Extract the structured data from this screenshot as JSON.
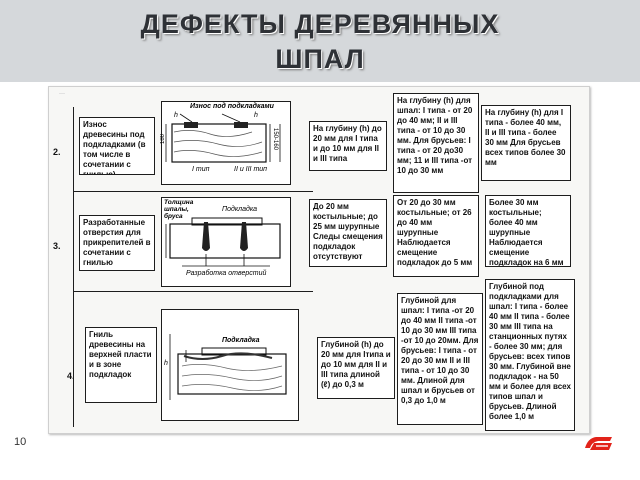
{
  "title": {
    "line1": "ДЕФЕКТЫ  ДЕРЕВЯННЫХ",
    "line2": "ШПАЛ"
  },
  "slide_number": "10",
  "rows": [
    {
      "number": "2.",
      "defect": "Износ древесины под подкладками (в том числе в сочетании с гнилью)",
      "drawing_labels": {
        "top": "Износ под подкладками",
        "h1": "h",
        "h2": "h",
        "dim1": "180",
        "dim2": "150-160",
        "type1": "I тип",
        "type2": "II и III тип"
      },
      "col1": "На глубину (h) до 20 мм для I типа и до 10 мм для II и III типа",
      "col2": "На глубину (h) для шпал: I типа - от 20 до 40 мм; II и III типа - от 10 до 30 мм. Для брусьев: I типа - от 20 до30 мм; 11 и III типа -от 10 до 30 мм",
      "col3": "На глубину (h) для I типа - более 40 мм, II и III типа - более 30 мм Для брусьев всех типов более 30 мм"
    },
    {
      "number": "3.",
      "defect": "Разработанные отверстия для прикрепителей в сочетании с гнилью",
      "drawing_labels": {
        "thickness": "Толщина шпалы, бруса",
        "pad": "Подкладка",
        "holes": "Разработка отверстий"
      },
      "col1": "До 20 мм костыльные; до 25 мм шурупные Следы смещения подкладок отсутствуют",
      "col2": "От 20 до 30 мм костыльные; от 26 до 40 мм шурупные Наблюдается смещение подкладок до 5 мм",
      "col3": "Более 30 мм костыльные; более 40 мм шурупные Наблюдается смещение подкладок на 6 мм и более"
    },
    {
      "number": "4.",
      "defect": "Гниль древесины на верхней пласти и в зоне подкладок",
      "drawing_labels": {
        "pad": "Подкладка",
        "h": "h"
      },
      "col1": "Глубиной (h) до 20 мм для Iтипа и до 10 мм для II и III типа длиной (ℓ) до 0,3 м",
      "col2": "Глубиной для шпал: I типа -от 20 до 40 мм II типа -от 10 до 30 мм III типа -от 10 до 20мм. Для брусьев: I типа - от 20 до 30 мм II и III типа - от 10 до 30 мм. Длиной для шпал и брусьев от 0,3 до 1,0 м",
      "col3": "Глубиной под подкладками для шпал: I типа - более 40 мм II типа - более 30 мм III типа на станционных путях - более 30 мм; для брусьев: всех типов 30 мм. Глубиной вне подкладок - на 50 мм и более для всех типов шпал и брусьев. Длиной более 1,0 м"
    }
  ],
  "colors": {
    "header_bg": "#d5d8db",
    "title_text": "#2e3136",
    "logo_red": "#e2231a"
  },
  "icons": [
    "rzd-logo"
  ]
}
